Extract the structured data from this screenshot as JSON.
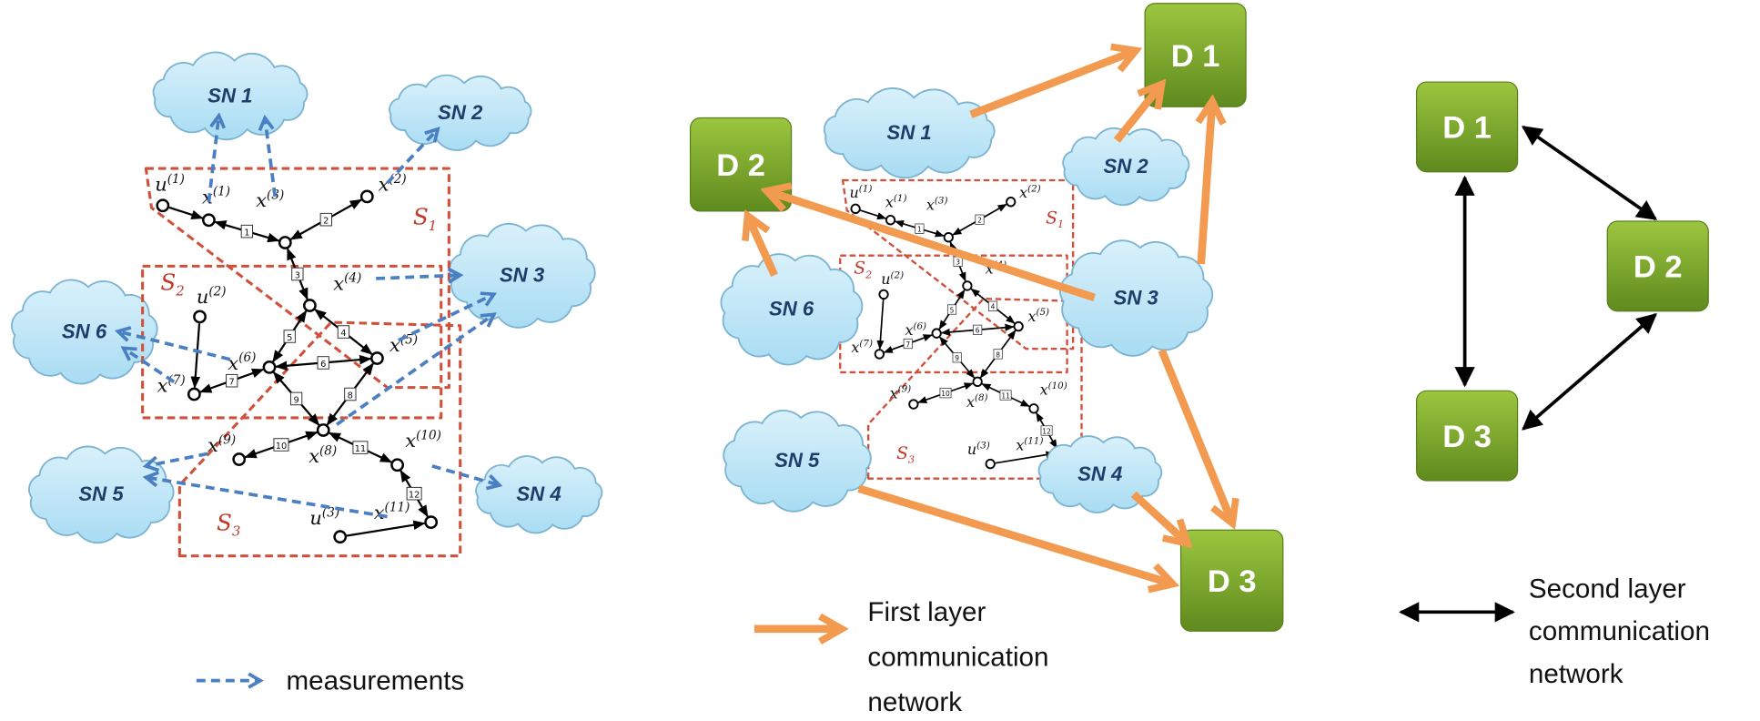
{
  "colors": {
    "cloud_fill": "#c4e8f8",
    "cloud_stroke": "#7db4d2",
    "cloud_text": "#1f3d6b",
    "measurement_arrow": "#4a7fc1",
    "subsystem_border": "#d0503c",
    "first_layer_arrow": "#f29a50",
    "second_layer_arrow": "#000000",
    "device_fill": "#7fab2e"
  },
  "graph": {
    "nodes": [
      {
        "id": "u1",
        "base": "u",
        "sup": "(1)"
      },
      {
        "id": "x1",
        "base": "x",
        "sup": "(1)"
      },
      {
        "id": "x3",
        "base": "x",
        "sup": "(3)"
      },
      {
        "id": "x2",
        "base": "x",
        "sup": "(2)"
      },
      {
        "id": "x4",
        "base": "x",
        "sup": "(4)"
      },
      {
        "id": "x5",
        "base": "x",
        "sup": "(5)"
      },
      {
        "id": "x6",
        "base": "x",
        "sup": "(6)"
      },
      {
        "id": "u2",
        "base": "u",
        "sup": "(2)"
      },
      {
        "id": "x7",
        "base": "x",
        "sup": "(7)"
      },
      {
        "id": "x8",
        "base": "x",
        "sup": "(8)"
      },
      {
        "id": "x9",
        "base": "x",
        "sup": "(9)"
      },
      {
        "id": "x10",
        "base": "x",
        "sup": "(10)"
      },
      {
        "id": "x11",
        "base": "x",
        "sup": "(11)"
      },
      {
        "id": "u3",
        "base": "u",
        "sup": "(3)"
      }
    ],
    "edge_labels": [
      "1",
      "2",
      "3",
      "4",
      "5",
      "6",
      "7",
      "8",
      "9",
      "10",
      "11",
      "12"
    ],
    "subsystems": [
      {
        "symbol": "S",
        "index": "1"
      },
      {
        "symbol": "S",
        "index": "2"
      },
      {
        "symbol": "S",
        "index": "3"
      }
    ]
  },
  "left_panel": {
    "clouds": [
      "SN 1",
      "SN 2",
      "SN 3",
      "SN 4",
      "SN 5",
      "SN 6"
    ],
    "legend": "measurements"
  },
  "middle_panel": {
    "clouds": [
      "SN 1",
      "SN 2",
      "SN 3",
      "SN 4",
      "SN 5",
      "SN 6"
    ],
    "devices": [
      "D 1",
      "D 2",
      "D 3"
    ],
    "legend": [
      "First layer",
      "communication",
      "network"
    ]
  },
  "right_panel": {
    "devices": [
      "D 1",
      "D 2",
      "D 3"
    ],
    "legend": [
      "Second layer",
      "communication",
      "network"
    ]
  }
}
